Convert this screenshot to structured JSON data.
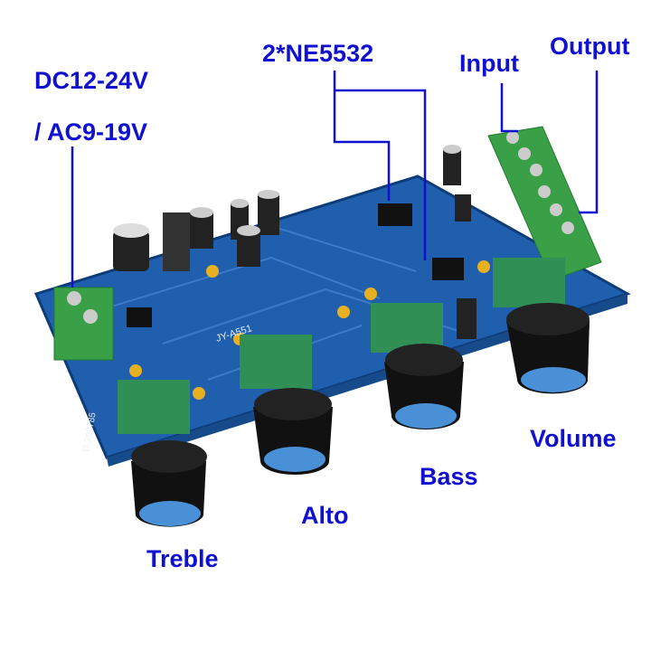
{
  "labels": {
    "power_line1": "DC12-24V",
    "power_line2": "/ AC9-19V",
    "opamp": "2*NE5532",
    "input": "Input",
    "output": "Output",
    "volume": "Volume",
    "bass": "Bass",
    "alto": "Alto",
    "treble": "Treble"
  },
  "board_text": {
    "model": "JY-A551",
    "code": "D-202785"
  },
  "colors": {
    "label": "#1010d0",
    "pcb": "#1f5fae",
    "terminal": "#3aa048",
    "knob": "#111111",
    "knob_cap": "#4a90d6"
  }
}
